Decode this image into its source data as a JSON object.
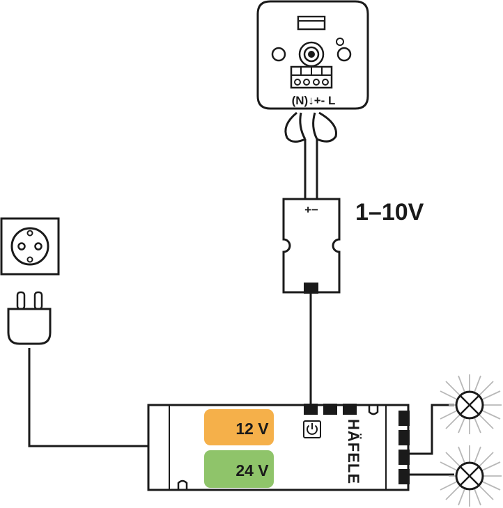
{
  "dimmer": {
    "terminal_labels": "(N)↓+- L"
  },
  "interface_box": {
    "polarity": "+−",
    "signal_label": "1–10V"
  },
  "driver": {
    "badge_12v": "12 V",
    "badge_24v": "24 V",
    "brand": "HÄFELE",
    "power_icon": "power-icon",
    "colors": {
      "badge_12v": "#f5b04a",
      "badge_24v": "#8fc46a"
    }
  },
  "icons": {
    "socket": "wall-socket-icon",
    "plug": "power-plug-icon",
    "lamp": "lamp-icon"
  }
}
